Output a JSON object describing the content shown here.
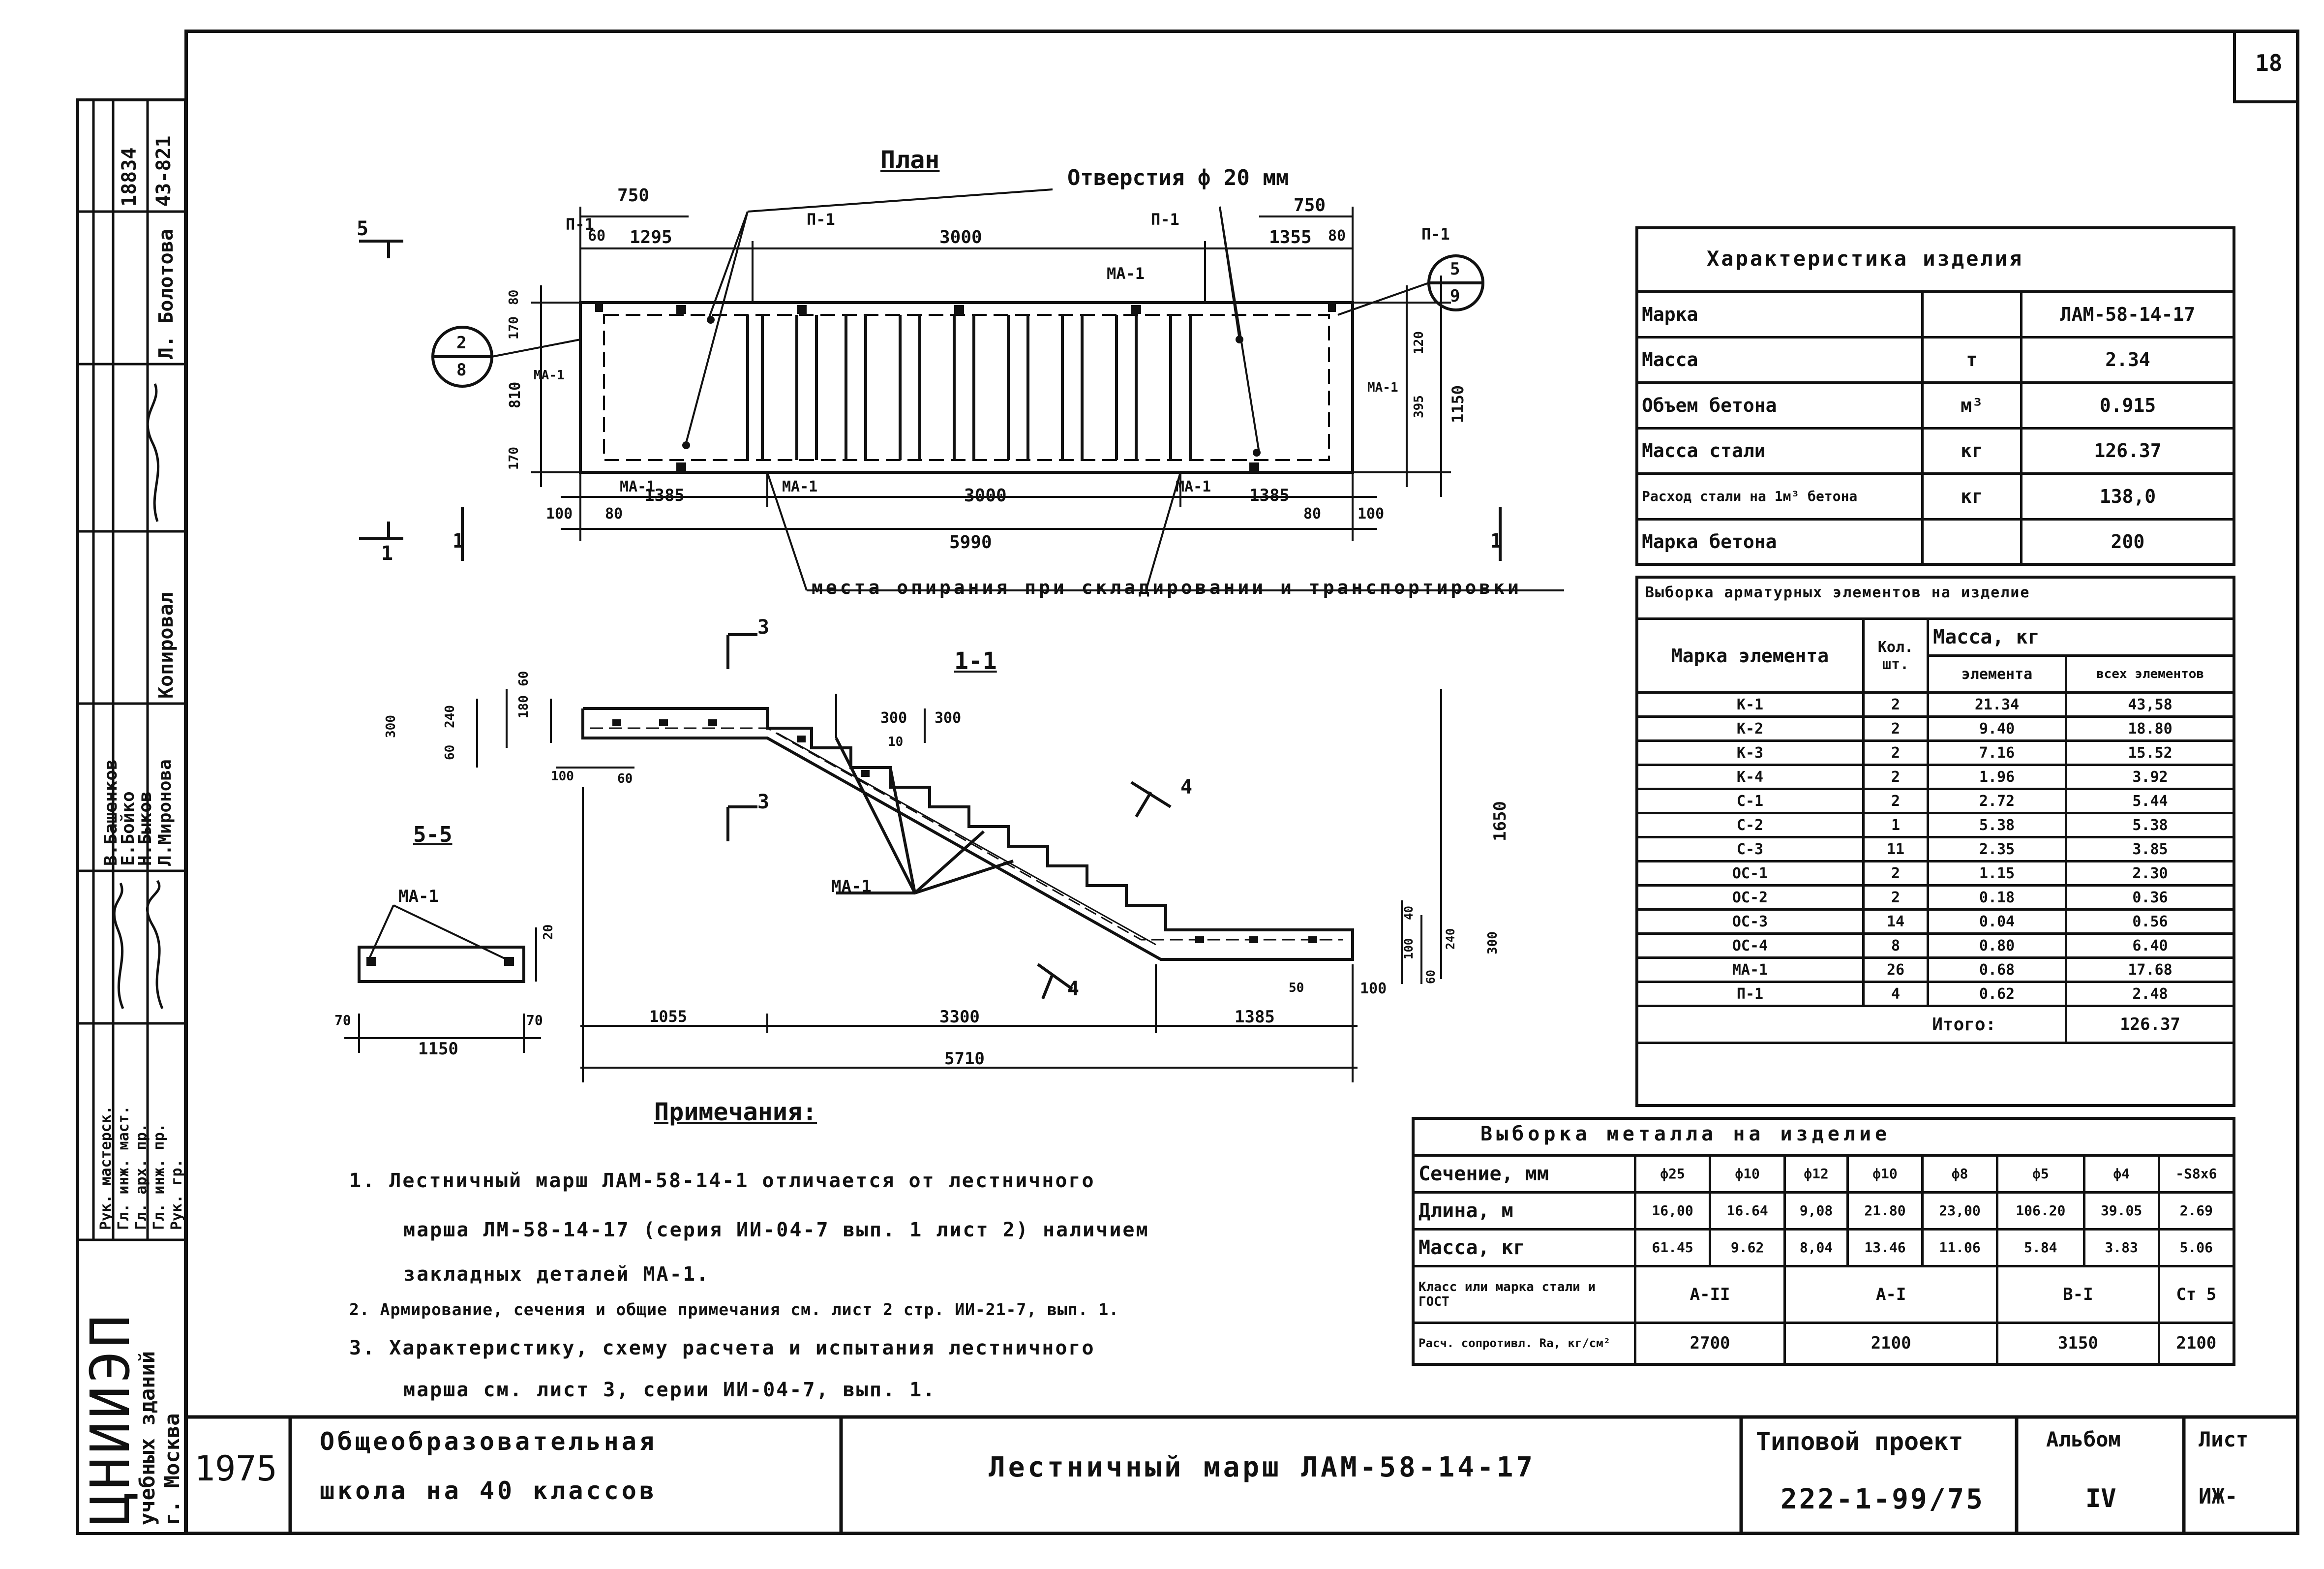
{
  "sheet": {
    "sheet_number": "18",
    "side_code_top": "18834",
    "side_code_2": "43-821",
    "side_copy_label": "Копировал",
    "side_copy_name": "Л. Болотова",
    "side_institute_logo": "ЦНИИЭП",
    "side_institute_sub": "учебных зданий",
    "side_institute_city": "г. Москва",
    "side_staff": [
      {
        "role": "Рук. мастерск.",
        "name": "В.Башенков"
      },
      {
        "role": "Гл. инж. маст.",
        "name": "Е.Бойко"
      },
      {
        "role": "Гл. арх. пр.",
        "name": "Н.Быков"
      },
      {
        "role": "Гл. инж. пр.",
        "name": "Л.Миронова"
      },
      {
        "role": "Рук. гр.",
        "name": ""
      }
    ]
  },
  "plan": {
    "title": "План",
    "holes_label": "Отверстия ф 20 мм",
    "support_label": "места опирания при складировании и транспортировки",
    "dims_top": [
      "750",
      "60",
      "1295",
      "3000",
      "750",
      "1355",
      "80"
    ],
    "dims_bottom": [
      "100",
      "80",
      "1385",
      "3000",
      "1385",
      "80",
      "100"
    ],
    "dim_total": "5990",
    "dims_left": [
      "80",
      "170",
      "810",
      "170"
    ],
    "dims_right": [
      "120",
      "395",
      "1150"
    ],
    "labels": [
      "П-1",
      "П-1",
      "П-1",
      "П-1",
      "МА-1",
      "МА-1",
      "МА-1",
      "МА-1",
      "МА-1",
      "МА-1"
    ],
    "bubble_left_top": "2",
    "bubble_left_bottom": "8",
    "bubble_right_top": "5",
    "bubble_right_bottom": "9",
    "cut_marks": [
      "5",
      "5",
      "1",
      "1",
      "1",
      "1"
    ]
  },
  "section": {
    "title": "1-1",
    "cut_3": "3",
    "cut_4": "4",
    "ma_label": "МА-1",
    "dims_left": [
      "300",
      "60",
      "240",
      "180",
      "60",
      "100",
      "60"
    ],
    "dims_top": [
      "300",
      "300",
      "10"
    ],
    "dim_height": "1650",
    "dims_right": [
      "40",
      "100",
      "240",
      "60",
      "300",
      "50",
      "100"
    ],
    "dims_bottom": [
      "1055",
      "3300",
      "1385"
    ],
    "dim_total": "5710"
  },
  "section55": {
    "title": "5-5",
    "ma_label": "МА-1",
    "dim_width": "1150",
    "dim_left": "70",
    "dim_right": "70",
    "dim_height": "20"
  },
  "char_table": {
    "title": "Характеристика изделия",
    "rows": [
      {
        "name": "Марка",
        "unit": "",
        "value": "ЛАМ-58-14-17"
      },
      {
        "name": "Масса",
        "unit": "т",
        "value": "2.34"
      },
      {
        "name": "Объем бетона",
        "unit": "м³",
        "value": "0.915"
      },
      {
        "name": "Масса стали",
        "unit": "кг",
        "value": "126.37"
      },
      {
        "name": "Расход стали на 1м³ бетона",
        "unit": "кг",
        "value": "138,0"
      },
      {
        "name": "Марка бетона",
        "unit": "",
        "value": "200"
      }
    ]
  },
  "rebar_table": {
    "title": "Выборка арматурных элементов на изделие",
    "h_mark": "Марка элемента",
    "h_qty": "Кол. шт.",
    "h_mass": "Масса, кг",
    "h_elem": "элемента",
    "h_all": "всех элементов",
    "rows": [
      {
        "mark": "К-1",
        "qty": "2",
        "elem": "21.34",
        "all": "43,58"
      },
      {
        "mark": "К-2",
        "qty": "2",
        "elem": "9.40",
        "all": "18.80"
      },
      {
        "mark": "К-3",
        "qty": "2",
        "elem": "7.16",
        "all": "15.52"
      },
      {
        "mark": "К-4",
        "qty": "2",
        "elem": "1.96",
        "all": "3.92"
      },
      {
        "mark": "С-1",
        "qty": "2",
        "elem": "2.72",
        "all": "5.44"
      },
      {
        "mark": "С-2",
        "qty": "1",
        "elem": "5.38",
        "all": "5.38"
      },
      {
        "mark": "С-3",
        "qty": "11",
        "elem": "2.35",
        "all": "3.85"
      },
      {
        "mark": "ОС-1",
        "qty": "2",
        "elem": "1.15",
        "all": "2.30"
      },
      {
        "mark": "ОС-2",
        "qty": "2",
        "elem": "0.18",
        "all": "0.36"
      },
      {
        "mark": "ОС-3",
        "qty": "14",
        "elem": "0.04",
        "all": "0.56"
      },
      {
        "mark": "ОС-4",
        "qty": "8",
        "elem": "0.80",
        "all": "6.40"
      },
      {
        "mark": "МА-1",
        "qty": "26",
        "elem": "0.68",
        "all": "17.68"
      },
      {
        "mark": "П-1",
        "qty": "4",
        "elem": "0.62",
        "all": "2.48"
      }
    ],
    "total_label": "Итого:",
    "total_value": "126.37"
  },
  "metal_table": {
    "title": "Выборка металла на изделие",
    "h_section": "Сечение, мм",
    "sections": [
      "ф25",
      "ф10",
      "ф12",
      "ф10",
      "ф8",
      "ф5",
      "ф4",
      "-S8x6"
    ],
    "h_length": "Длина, м",
    "lengths": [
      "16,00",
      "16.64",
      "9,08",
      "21.80",
      "23,00",
      "106.20",
      "39.05",
      "2.69"
    ],
    "h_mass": "Масса, кг",
    "masses": [
      "61.45",
      "9.62",
      "8,04",
      "13.46",
      "11.06",
      "5.84",
      "3.83",
      "5.06"
    ],
    "h_class": "Класс или марка стали и ГОСТ",
    "classes": [
      "А-II",
      "А-I",
      "В-I",
      "Ст 5"
    ],
    "h_calc": "Расч. сопротивл. Ra, кг/см²",
    "calcs": [
      "2700",
      "2100",
      "3150",
      "2100"
    ]
  },
  "notes": {
    "title": "Примечания:",
    "items": [
      "1. Лестничный марш ЛАМ-58-14-1 отличается от лестничного",
      "марша ЛМ-58-14-17 (серия ИИ-04-7 вып. 1 лист 2) наличием",
      "закладных деталей МА-1.",
      "2. Армирование, сечения и общие примечания см. лист 2 стр. ИИ-21-7, вып. 1.",
      "3. Характеристику, схему расчета и испытания лестничного",
      "марша см. лист 3, серии ИИ-04-7, вып. 1."
    ]
  },
  "title_block": {
    "year": "1975",
    "project_name_1": "Общеобразовательная",
    "project_name_2": "школа на 40 классов",
    "drawing_name": "Лестничный марш ЛАМ-58-14-17",
    "typical_label": "Типовой проект",
    "typical_value": "222-1-99/75",
    "album_label": "Альбом",
    "album_value": "IV",
    "sheet_label": "Лист",
    "sheet_value": "ИЖ-"
  }
}
